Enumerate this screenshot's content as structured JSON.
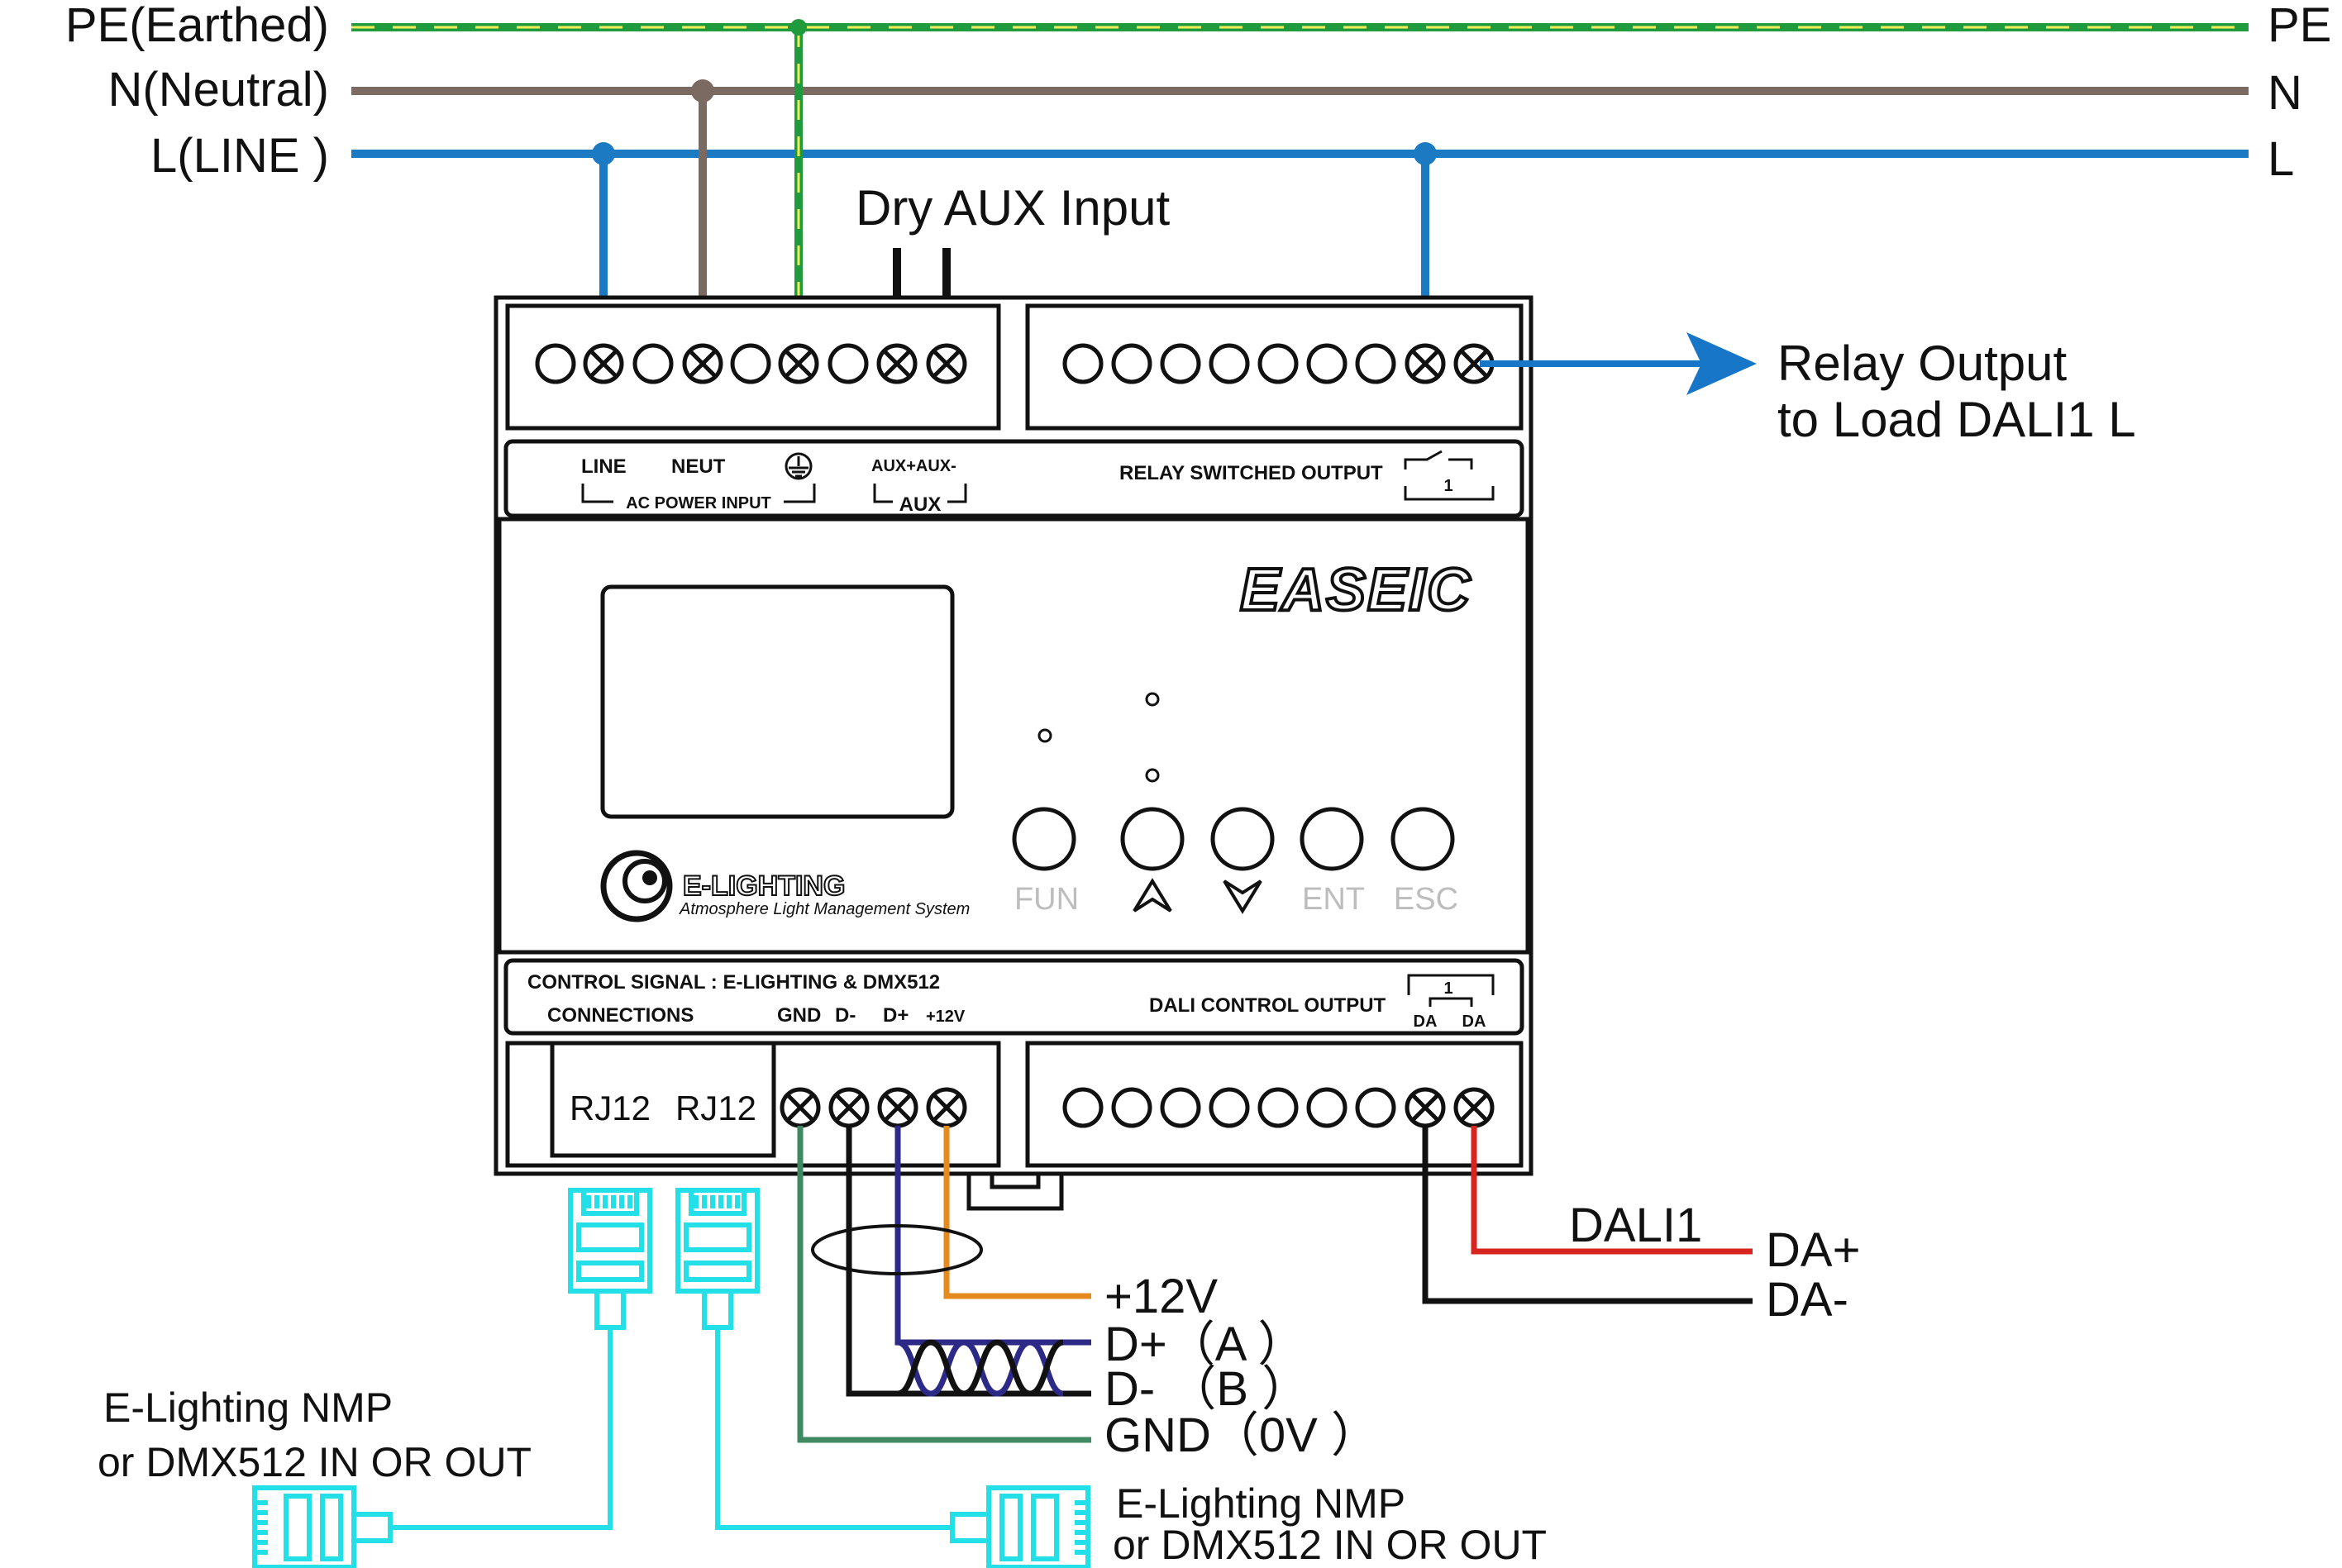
{
  "bus": {
    "pe_left": "PE(Earthed)",
    "n_left": "N(Neutral)",
    "l_left": "L(LINE )",
    "pe_right": "PE",
    "n_right": "N",
    "l_right": "L"
  },
  "aux_input_title": "Dry AUX Input",
  "relay_output": {
    "line1": "Relay  Output",
    "line2": "to  Load  DALI1  L"
  },
  "top_strip": {
    "line": "LINE",
    "neut": "NEUT",
    "ac_power_input": "AC POWER INPUT",
    "aux_pm": "AUX+AUX-",
    "aux": "AUX",
    "relay_switched_output": "RELAY SWITCHED OUTPUT",
    "relay_channel": "1"
  },
  "panel": {
    "brand": "EASEIC",
    "logo_name": "E-LIGHTING",
    "logo_sub": "Atmosphere Light Management System",
    "buttons": [
      "FUN",
      "",
      "",
      "ENT",
      "ESC"
    ]
  },
  "bottom_strip": {
    "control_signal": "CONTROL SIGNAL : E-LIGHTING & DMX512",
    "connections": "CONNECTIONS",
    "gnd": "GND",
    "dminus": "D-",
    "dplus": "D+",
    "v12": "+12V",
    "dali_control_output": "DALI CONTROL OUTPUT",
    "dali_channel": "1",
    "da1": "DA",
    "da2": "DA"
  },
  "rj12": [
    "RJ12",
    "RJ12"
  ],
  "signal_labels": {
    "v12": "+12V",
    "dplus": "D+（A ）",
    "dminus": "D- （B ）",
    "gnd": "GND（0V ）"
  },
  "dali": {
    "title": "DALI1",
    "daplus": "DA+",
    "daminus": "DA-"
  },
  "nmp_left": {
    "line1": "E-Lighting  NMP",
    "line2": "or  DMX512  IN  OR  OUT"
  },
  "nmp_right": {
    "line1": "E-Lighting  NMP",
    "line2": "or  DMX512  IN  OR  OUT"
  },
  "colors": {
    "pe": "#1f9a3c",
    "pe_stripe": "#f2ee5a",
    "neutral": "#7a6a62",
    "line": "#1b7ac2",
    "relay_arrow": "#1776c8",
    "gnd_wire": "#3f8a63",
    "d_minus_wire": "#111111",
    "d_plus_wire": "#2c2a86",
    "v12_wire": "#e48a1e",
    "da_plus_wire": "#d8241f",
    "da_minus_wire": "#111111",
    "rj_cable": "#23e0e8"
  }
}
